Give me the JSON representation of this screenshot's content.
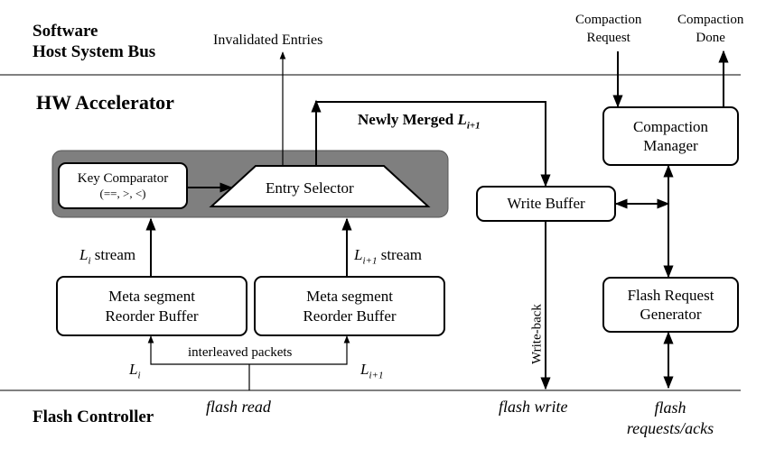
{
  "layers": {
    "software": [
      "Software",
      "Host System Bus"
    ],
    "hw": "HW Accelerator",
    "flash": "Flash Controller"
  },
  "blocks": {
    "key_comparator": [
      "Key Comparator",
      "(==, >, <)"
    ],
    "entry_selector": "Entry Selector",
    "write_buffer": "Write Buffer",
    "compaction_manager": [
      "Compaction",
      "Manager"
    ],
    "flash_request_generator": [
      "Flash Request",
      "Generator"
    ],
    "reorder_left": [
      "Meta segment",
      "Reorder Buffer"
    ],
    "reorder_right": [
      "Meta segment",
      "Reorder Buffer"
    ]
  },
  "labels": {
    "invalidated": "Invalidated Entries",
    "newly_merged": "Newly Merged",
    "newly_merged_sym": "L",
    "newly_merged_sub": "i+1",
    "compaction_request": [
      "Compaction",
      "Request"
    ],
    "compaction_done": [
      "Compaction",
      "Done"
    ],
    "li_stream_sym": "L",
    "li_stream_sub": "i",
    "li_stream_word": "stream",
    "li1_stream_sym": "L",
    "li1_stream_sub": "i+1",
    "li1_stream_word": "stream",
    "interleaved": "interleaved packets",
    "li_sym": "L",
    "li_sub": "i",
    "li1_sym": "L",
    "li1_sub": "i+1",
    "write_back": "Write-back",
    "flash_read": "flash read",
    "flash_write": "flash write",
    "flash_req": [
      "flash",
      "requests/acks"
    ]
  }
}
